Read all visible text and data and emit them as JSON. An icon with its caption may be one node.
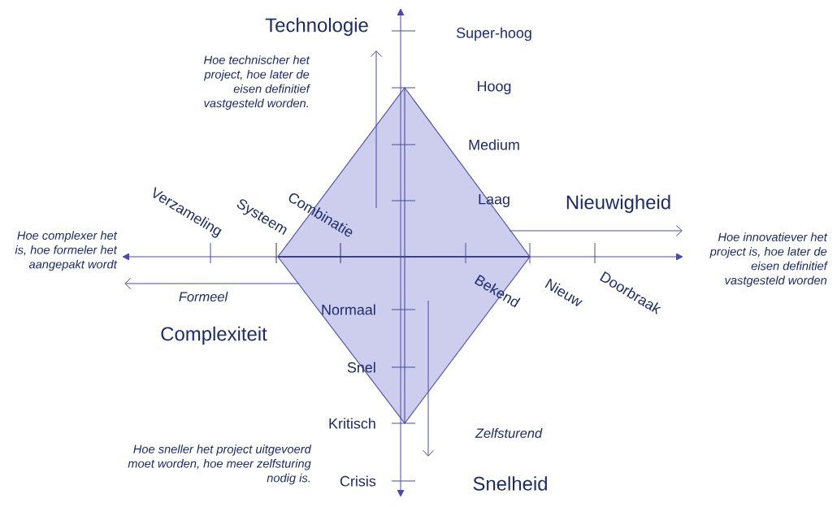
{
  "diagram": {
    "labels": [
      "Technologie",
      "Super-hoog",
      "Hoe technischer het project, hoe later de eisen definitief vastgesteld worden.",
      "Hoog",
      "Medium",
      "Verzameling",
      "Systeem",
      "Combinatie",
      "Laag",
      "Nieuwigheid",
      "Hoe complexer het is, hoe formeler het aangepakt wordt",
      "Hoe innovatiever het project is, hoe later de eisen definitief vastgesteld worden",
      "Formeel",
      "Bekend",
      "Nieuw",
      "Doorbraak",
      "Normaal",
      "Complexiteit",
      "Snel",
      "Kritisch",
      "Zelfsturend",
      "Hoe sneller het project uitgevoerd moet worden, hoe meer zelfsturing nodig is.",
      "Crisis",
      "Snelheid"
    ]
  }
}
